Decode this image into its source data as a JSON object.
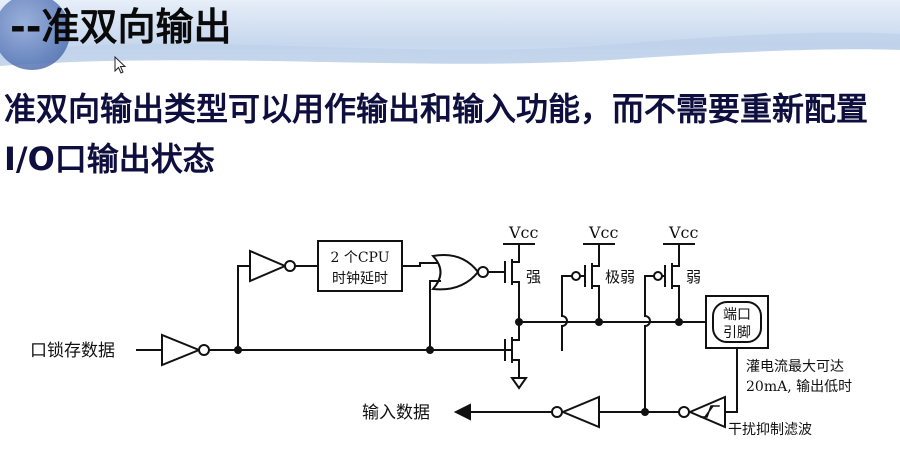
{
  "header": {
    "title": "--准双向输出"
  },
  "body": {
    "description": "准双向输出类型可以用作输出和输入功能，而不需要重新配置I/O口输出状态"
  },
  "diagram": {
    "vcc_label": "Vcc",
    "delay_line1": "2 个CPU",
    "delay_line2": "时钟延时",
    "strong_label": "强",
    "very_weak_label": "极弱",
    "weak_label": "弱",
    "port_line1": "端口",
    "port_line2": "引脚",
    "latch_label": "口锁存数据",
    "input_label": "输入数据",
    "sink_line1": "灌电流最大可达",
    "sink_line2": "20mA, 输出低时",
    "filter_label": "干扰抑制滤波"
  }
}
